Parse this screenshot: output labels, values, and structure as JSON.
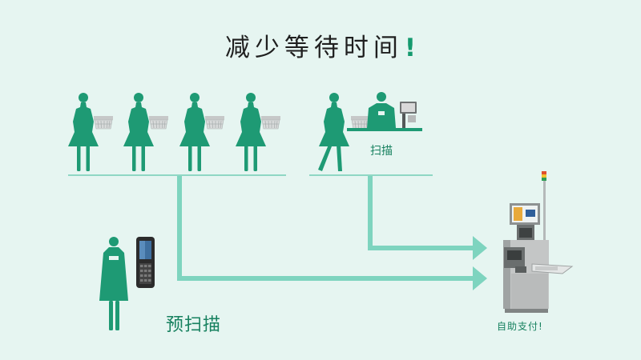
{
  "title": {
    "text": "减少等待时间",
    "exclaim": "!"
  },
  "labels": {
    "scan": "扫描",
    "prescan": "预扫描",
    "selfpay": "自助支付!"
  },
  "colors": {
    "background": "#e6f5f1",
    "figure": "#1e9a74",
    "arrow": "#7ed4bf",
    "line": "#8fd7c4",
    "text_green": "#17815f",
    "title_text": "#1f1f1f"
  },
  "scene": {
    "queue_customers": 4,
    "customers_with_baskets": 5,
    "icons": [
      "shopping-basket-icon",
      "cash-register-icon",
      "handheld-scanner-icon",
      "self-checkout-kiosk-icon"
    ]
  }
}
